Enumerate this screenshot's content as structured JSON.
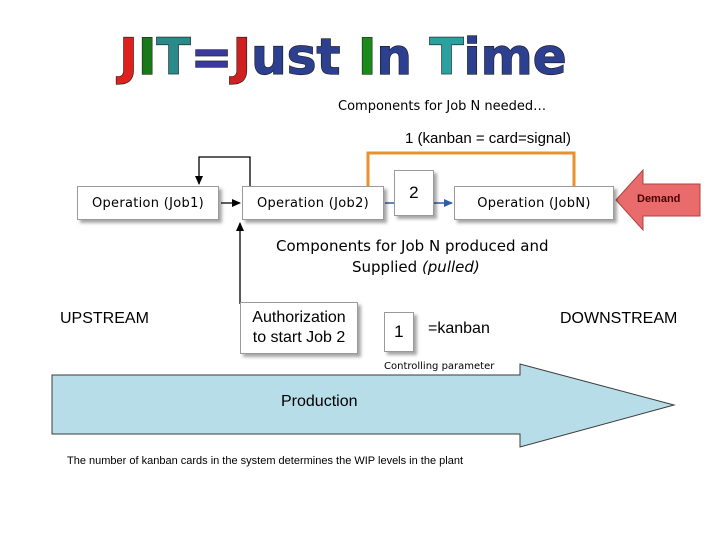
{
  "title": {
    "segments": [
      {
        "text": "J",
        "color": "#e0201c"
      },
      {
        "text": "I",
        "color": "#1a7a1a"
      },
      {
        "text": "T",
        "color": "#2a8a8a"
      },
      {
        "text": "=",
        "color": "#3a3a9a"
      },
      {
        "text": "J",
        "color": "#d02020"
      },
      {
        "text": "ust ",
        "color": "#2d3f8f"
      },
      {
        "text": "I",
        "color": "#1a8a1a"
      },
      {
        "text": "n ",
        "color": "#2d3f8f"
      },
      {
        "text": "T",
        "color": "#2aa0a0"
      },
      {
        "text": "ime",
        "color": "#2d3f8f"
      }
    ]
  },
  "labels": {
    "components_needed": "Components for Job N needed…",
    "kanban_signal": "1 (kanban = card=signal)",
    "components_produced_line1": "Components for Job N produced and",
    "components_produced_line2": "Supplied ",
    "components_produced_pulled": "(pulled)",
    "upstream": "UPSTREAM",
    "downstream": "DOWNSTREAM",
    "kanban_eq": "=kanban",
    "controlling_parameter": "Controlling parameter",
    "production": "Production",
    "footnote": "The number of kanban cards in the system determines the WIP levels in the plant"
  },
  "boxes": {
    "op1": "Operation (Job1)",
    "op2": "Operation (Job2)",
    "opn": "Operation (JobN)",
    "auth_line1": "Authorization",
    "auth_line2": "to start Job 2",
    "card2": "2",
    "card1": "1"
  },
  "demand": {
    "label": "Demand",
    "fill": "#e96b6b",
    "text_color": "#4a0000"
  },
  "colors": {
    "production_arrow_fill": "#b7dde8",
    "kanban_loop": "#e7922e",
    "flow_arrow": "#2f5da8"
  }
}
